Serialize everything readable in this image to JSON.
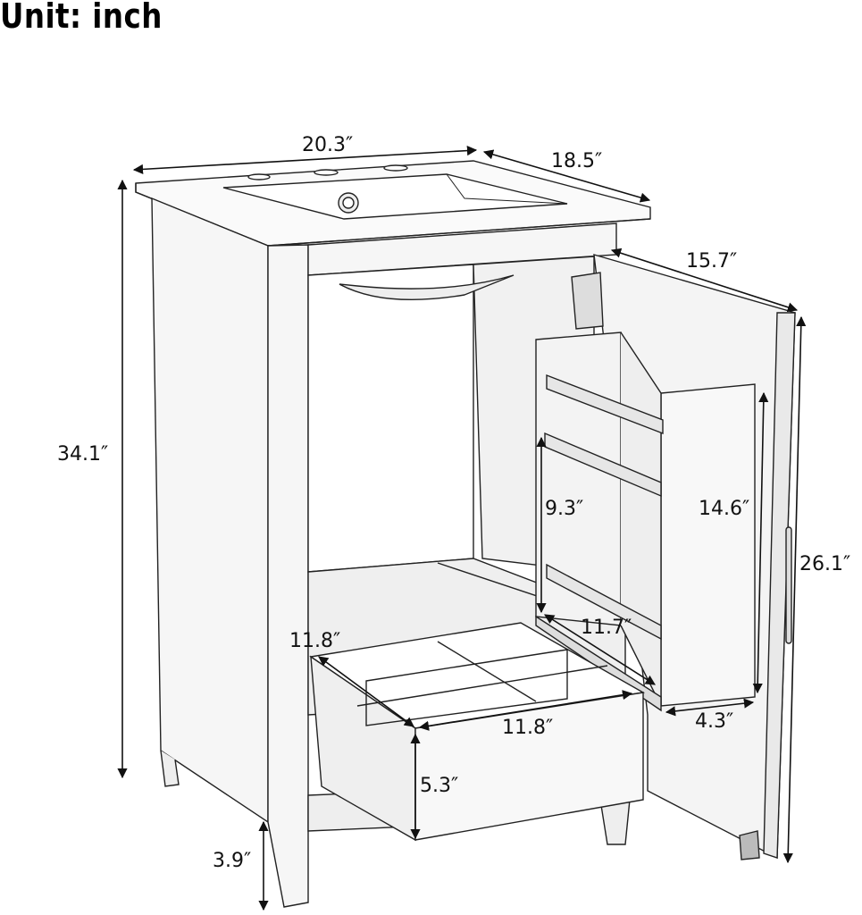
{
  "header": {
    "title": "Unit: inch"
  },
  "diagram": {
    "subject": "Bathroom vanity cabinet with sink, open door with pull-out organizer and drawer",
    "line_color": "#111111",
    "fill_color": "#f7f7f7"
  },
  "dimensions": {
    "top_width": "20.3″",
    "top_depth": "18.5″",
    "total_height": "34.1″",
    "door_width": "15.7″",
    "door_height": "26.1″",
    "organizer_height": "14.6″",
    "shelf_spacing": "9.3″",
    "organizer_depth": "11.7″",
    "organizer_width": "4.3″",
    "drawer_depth": "11.8″",
    "drawer_width": "11.8″",
    "drawer_height": "5.3″",
    "leg_height": "3.9″"
  }
}
